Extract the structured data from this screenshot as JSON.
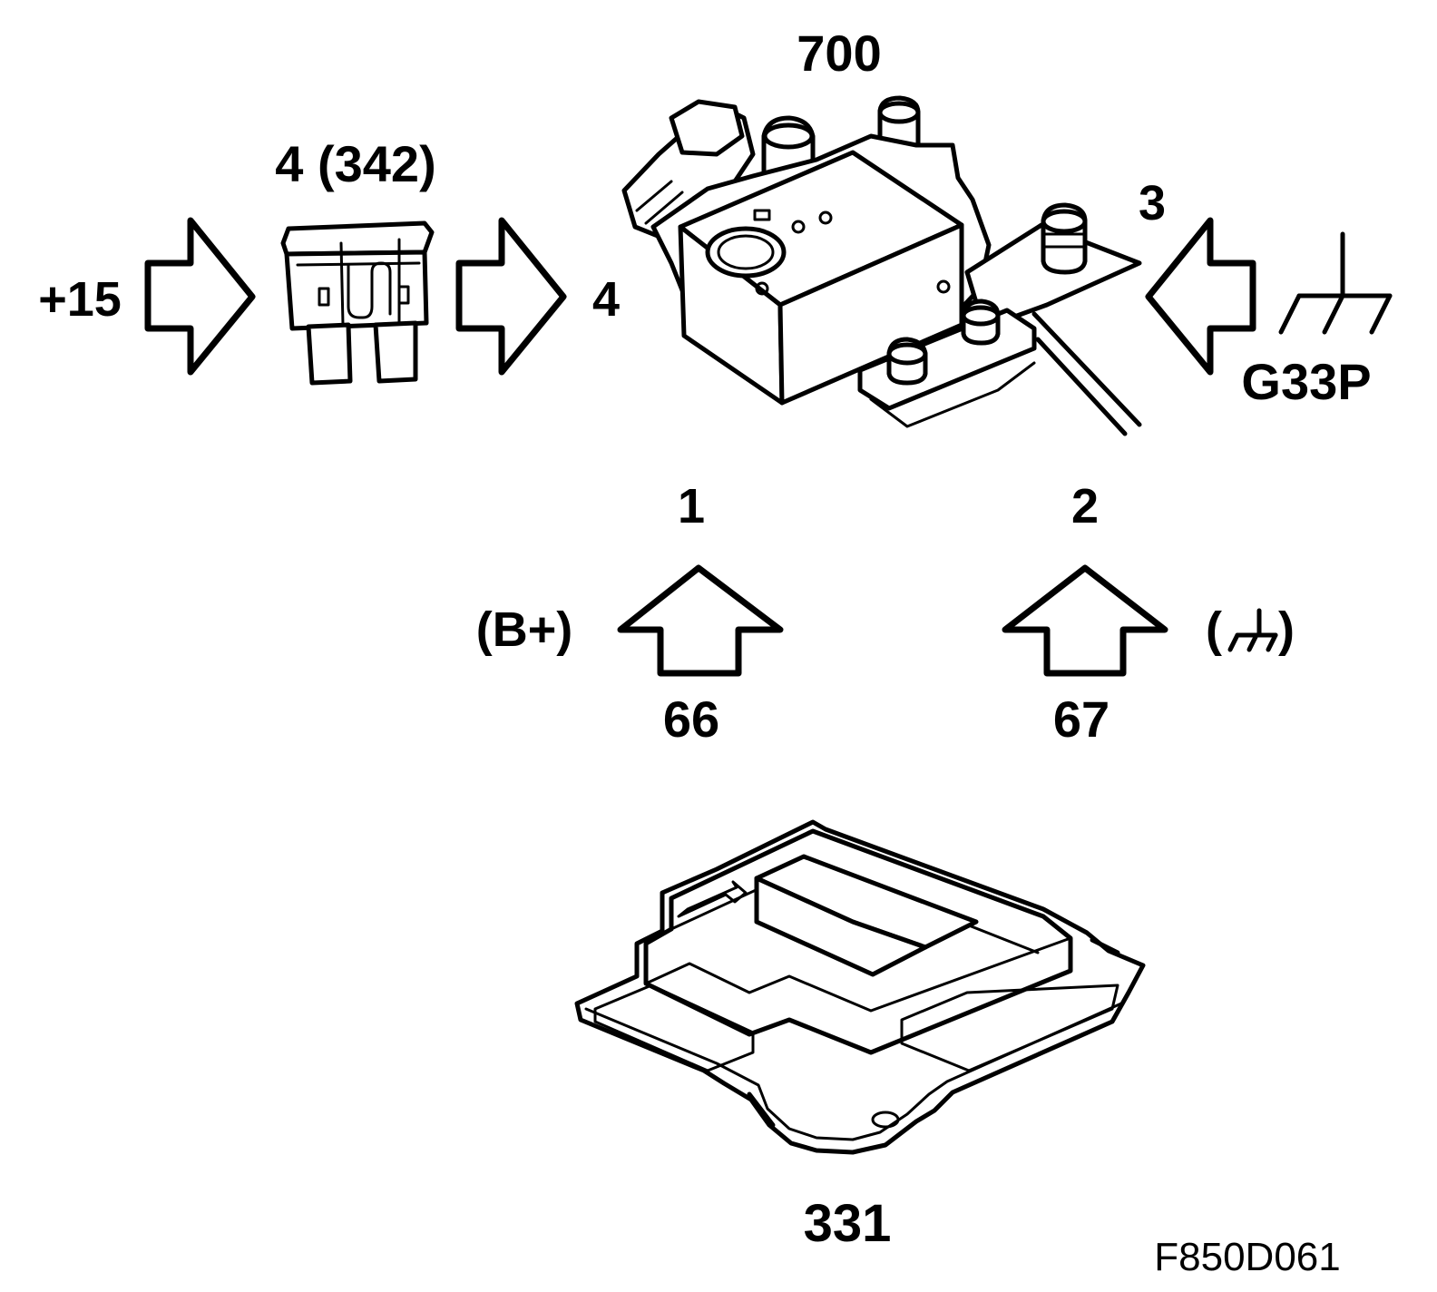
{
  "diagram": {
    "labels": {
      "relay_number": "700",
      "fuse_label": "4 (342)",
      "plus15": "+15",
      "relay_pin_4": "4",
      "relay_pin_3": "3",
      "ground_point": "G33P",
      "relay_pin_1": "1",
      "relay_pin_2": "2",
      "b_plus": "(B+)",
      "ground_paren_open": "(",
      "ground_paren_close": ")",
      "pin_66": "66",
      "pin_67": "67",
      "control_module_number": "331",
      "figure_ref": "F850D061"
    },
    "colors": {
      "ink": "#000000",
      "paper": "#ffffff"
    }
  }
}
